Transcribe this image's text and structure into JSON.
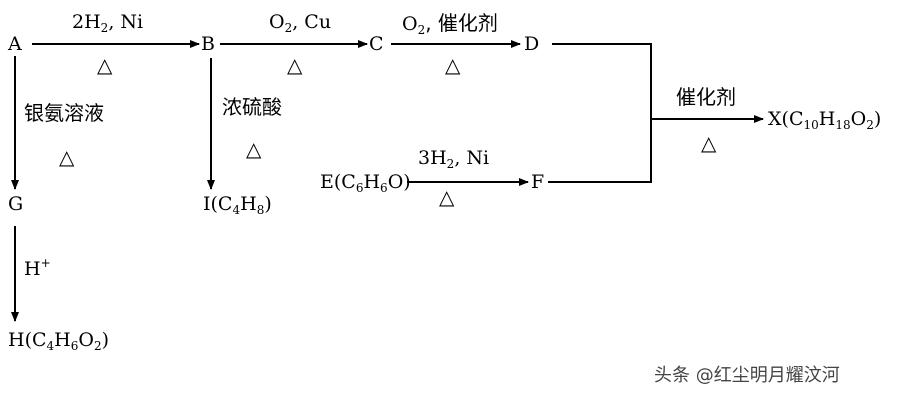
{
  "compounds": {
    "A": "A",
    "B": "B",
    "C": "C",
    "D": "D",
    "G": "G",
    "F": "F",
    "I": {
      "sym": "I",
      "formula": [
        "(C",
        "4",
        "H",
        "8",
        ")"
      ]
    },
    "H": {
      "sym": "H",
      "formula": [
        "(C",
        "4",
        "H",
        "6",
        "O",
        "2",
        ")"
      ]
    },
    "E": {
      "sym": "E",
      "formula": [
        "(C",
        "6",
        "H",
        "6",
        "O)"
      ]
    },
    "X": {
      "sym": "X",
      "formula": [
        "(C",
        "10",
        "H",
        "18",
        "O",
        "2",
        ")"
      ]
    }
  },
  "conditions": {
    "a_to_b": [
      "2H",
      "2",
      ", Ni"
    ],
    "b_to_c": [
      "O",
      "2",
      ", Cu"
    ],
    "c_to_d": [
      "O",
      "2",
      ", 催化剂"
    ],
    "e_to_f": [
      "3H",
      "2",
      ", Ni"
    ],
    "df_to_x": "催化剂",
    "a_to_g": "银氨溶液",
    "b_to_i": "浓硫酸",
    "g_to_h": [
      "H",
      "+"
    ],
    "heat": "△"
  },
  "watermark": "头条 @红尘明月耀汶河"
}
